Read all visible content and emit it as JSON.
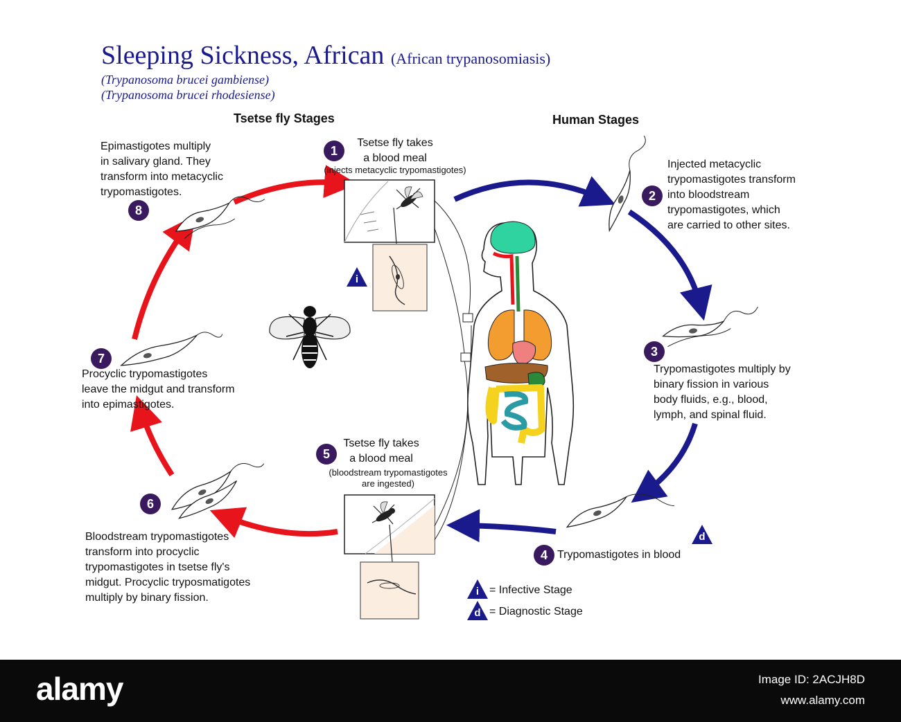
{
  "title": {
    "main": "Sleeping Sickness, African",
    "sub": "(African trypanosomiasis)",
    "species": [
      "(Trypanosoma brucei gambiense)",
      "(Trypanosoma brucei rhodesiense)"
    ]
  },
  "headings": {
    "tsetse": "Tsetse fly Stages",
    "human": "Human Stages"
  },
  "steps": [
    {
      "num": "1",
      "title": "Tsetse fly takes\na blood meal",
      "note": "(injects metacyclic trypomastigotes)"
    },
    {
      "num": "2",
      "text": "Injected metacyclic\ntrypomastigotes transform\ninto bloodstream\ntrypomastigotes, which\nare carried to other sites."
    },
    {
      "num": "3",
      "text": "Trypomastigotes multiply by\nbinary fission in various\nbody fluids, e.g., blood,\nlymph, and spinal fluid."
    },
    {
      "num": "4",
      "text": "Trypomastigotes in blood"
    },
    {
      "num": "5",
      "title": "Tsetse fly takes\na blood meal",
      "note": "(bloodstream trypomastigotes\nare ingested)"
    },
    {
      "num": "6",
      "text": "Bloodstream trypomastigotes\ntransform into procyclic\ntrypomastigotes in tsetse fly's\nmidgut. Procyclic tryposmatigotes\nmultiply by binary fission."
    },
    {
      "num": "7",
      "text": "Procyclic trypomastigotes\nleave the midgut and transform\ninto epimastigotes."
    },
    {
      "num": "8",
      "text": "Epimastigotes multiply\nin salivary gland. They\ntransform into metacyclic\ntrypomastigotes."
    }
  ],
  "legend": {
    "infective_letter": "i",
    "infective_label": "= Infective Stage",
    "diagnostic_letter": "d",
    "diagnostic_label": "= Diagnostic Stage"
  },
  "footer": {
    "logo": "alamy",
    "image_id": "Image ID: 2ACJH8D",
    "url": "www.alamy.com"
  },
  "colors": {
    "title": "#1a1a8c",
    "step_circle": "#3a1a5e",
    "human_arrow": "#1a1a8c",
    "tsetse_arrow": "#e8141b",
    "stage_triangle": "#1a1a8c",
    "brain": "#2ed3a0",
    "lungs": "#f39c2f",
    "heart": "#f08080",
    "intestine": "#2a9aa5",
    "colon": "#f5d21d"
  }
}
